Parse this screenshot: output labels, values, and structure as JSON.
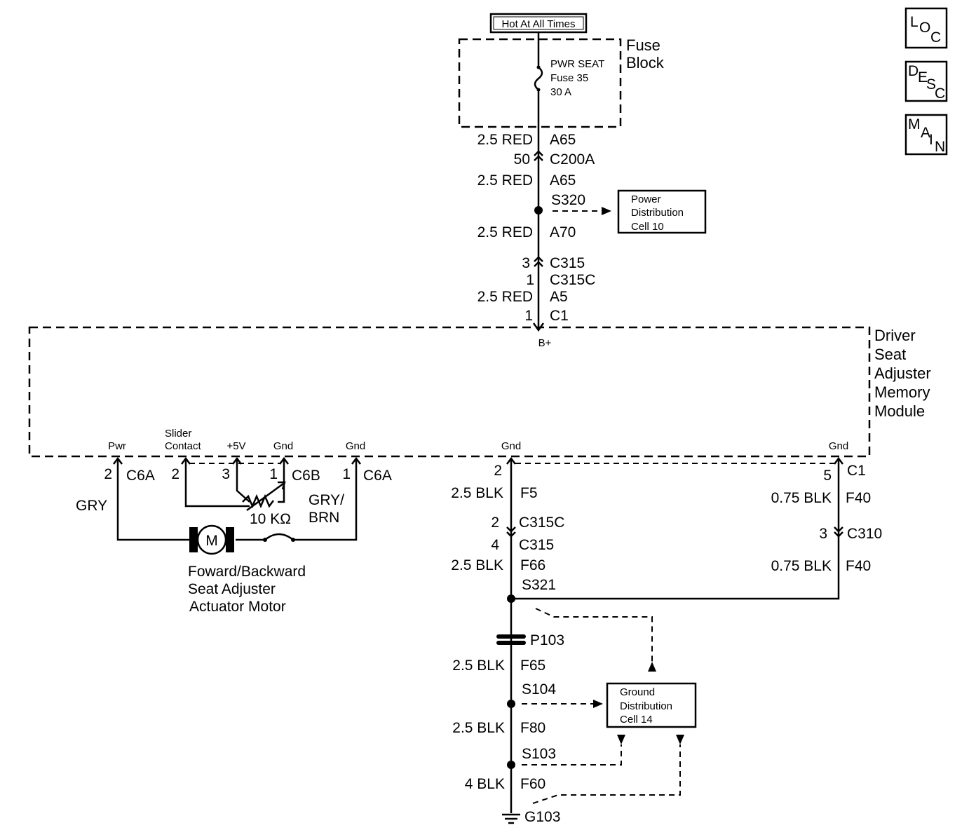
{
  "power_source": "Hot At All Times",
  "fuse_block": {
    "title_line1": "Fuse",
    "title_line2": "Block",
    "fuse_line1": "PWR SEAT",
    "fuse_line2": "Fuse 35",
    "fuse_line3": "30 A"
  },
  "nav_buttons": [
    {
      "letters": [
        "L",
        "O",
        "C"
      ]
    },
    {
      "letters": [
        "D",
        "E",
        "S",
        "C"
      ]
    },
    {
      "letters": [
        "M",
        "A",
        "I",
        "N"
      ]
    }
  ],
  "feed_circuit": {
    "w1_size": "2.5 RED",
    "w1_circuit": "A65",
    "c200a_pin": "50",
    "c200a": "C200A",
    "w2_size": "2.5 RED",
    "w2_circuit": "A65",
    "splice": "S320",
    "w3_size": "2.5 RED",
    "w3_circuit": "A70",
    "c315_pin": "3",
    "c315": "C315",
    "c315c_pin": "1",
    "c315c": "C315C",
    "w4_size": "2.5 RED",
    "w4_circuit": "A5",
    "c1_pin": "1",
    "c1": "C1",
    "terminal": "B+"
  },
  "power_dist_ref": {
    "line1": "Power",
    "line2": "Distribution",
    "line3": "Cell 10"
  },
  "module": {
    "line1": "Driver",
    "line2": "Seat",
    "line3": "Adjuster",
    "line4": "Memory",
    "line5": "Module"
  },
  "module_pins": {
    "pwr": "Pwr",
    "slider1": "Slider",
    "slider2": "Contact",
    "v5": "+5V",
    "gnd1": "Gnd",
    "gnd2": "Gnd",
    "gnd3": "Gnd",
    "gnd4": "Gnd"
  },
  "motor_circuit": {
    "pwr_pin": "2",
    "pwr_conn": "C6A",
    "pwr_wire": "GRY",
    "slider_pin": "2",
    "v5_pin": "3",
    "gnd_pin": "1",
    "c6b": "C6B",
    "pot_value": "10 KΩ",
    "gnd2_pin": "1",
    "gnd2_conn": "C6A",
    "gnd2_wire1": "GRY/",
    "gnd2_wire2": "BRN",
    "motor_symbol": "M",
    "motor_line1": "Foward/Backward",
    "motor_line2": "Seat Adjuster",
    "motor_line3": "Actuator Motor"
  },
  "ground_circuit": {
    "pin2": "2",
    "f5_size": "2.5 BLK",
    "f5": "F5",
    "c315c_pin": "2",
    "c315c": "C315C",
    "c315_pin": "4",
    "c315": "C315",
    "f66_size": "2.5 BLK",
    "f66": "F66",
    "s321": "S321",
    "p103": "P103",
    "f65_size": "2.5 BLK",
    "f65": "F65",
    "s104": "S104",
    "f80_size": "2.5 BLK",
    "f80": "F80",
    "s103": "S103",
    "f60_size": "4 BLK",
    "f60": "F60",
    "g103": "G103",
    "c1_pin": "5",
    "c1": "C1",
    "f40a_size": "0.75 BLK",
    "f40a": "F40",
    "c310_pin": "3",
    "c310": "C310",
    "f40b_size": "0.75 BLK",
    "f40b": "F40"
  },
  "ground_dist_ref": {
    "line1": "Ground",
    "line2": "Distribution",
    "line3": "Cell 14"
  }
}
